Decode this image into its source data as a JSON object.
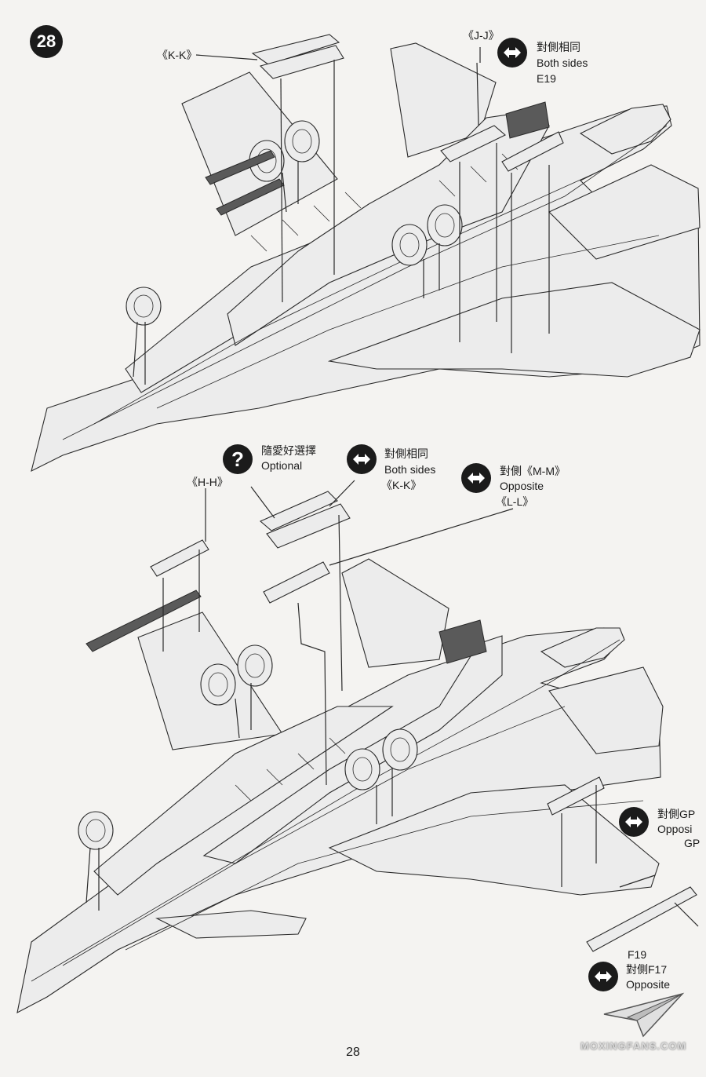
{
  "step": {
    "number": "28"
  },
  "top": {
    "kk_label": "《K-K》",
    "jj_label": "《J-J》",
    "both_sides_cn": "對側相同",
    "both_sides_en": "Both sides",
    "part": "E19"
  },
  "bottom": {
    "optional_cn": "隨愛好選擇",
    "optional_en": "Optional",
    "hh_label": "《H-H》",
    "both_sides_cn": "對側相同",
    "both_sides_en": "Both sides",
    "kk_label": "《K-K》",
    "mm_label_cn": "對側《M-M》",
    "mm_opposite": "Opposite",
    "ll_label": "《L-L》",
    "gp_cn": "對側GP",
    "gp_en": "Opposi",
    "gp_part": "GP",
    "f19": "F19",
    "f17_cn": "對側F17",
    "f17_en": "Opposite"
  },
  "page_number": "28",
  "watermark": "MOXINGFANS.COM",
  "icons": {
    "arrow": "double-arrow-icon",
    "question": "question-mark-icon",
    "logo": "paper-plane-logo"
  }
}
